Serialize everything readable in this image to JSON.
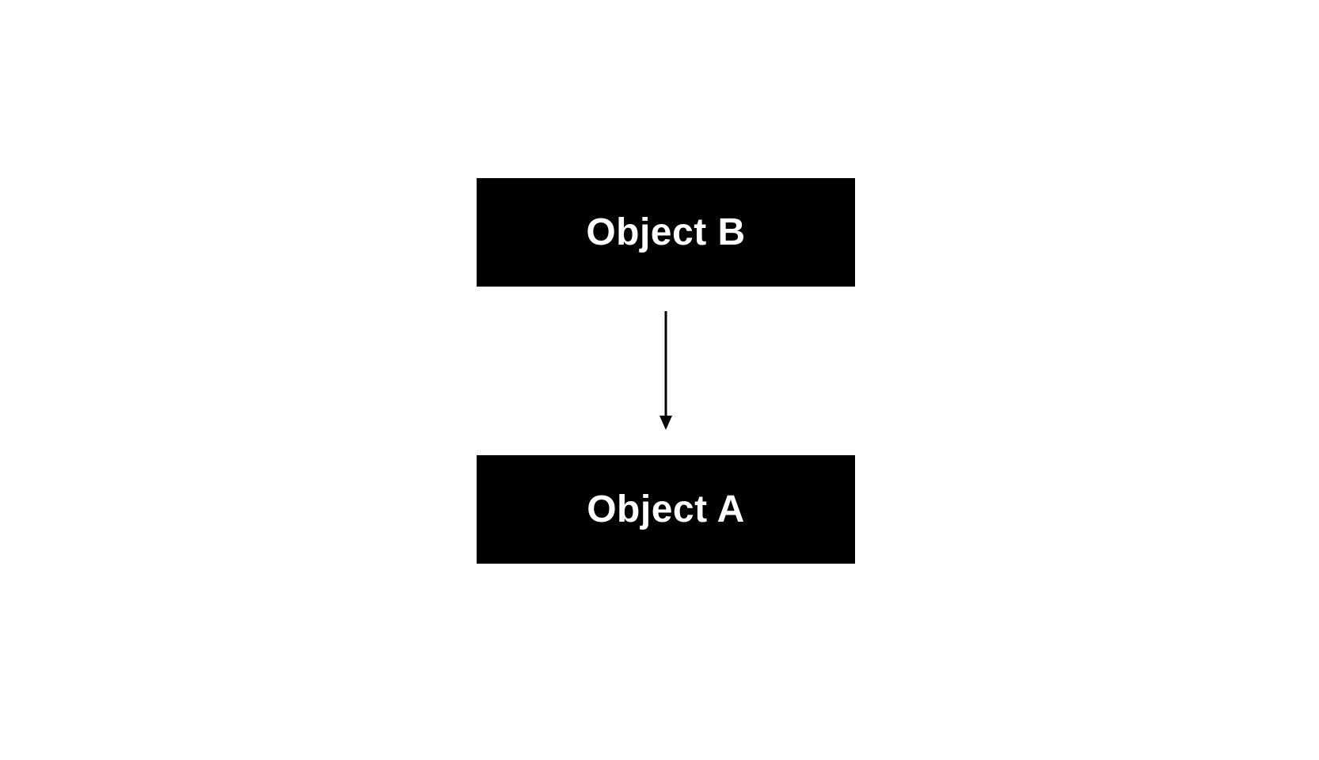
{
  "diagram": {
    "type": "flow",
    "background_color": "#ffffff",
    "nodes": [
      {
        "id": "object-b",
        "label": "Object B",
        "fill": "#000000",
        "text_color": "#ffffff"
      },
      {
        "id": "object-a",
        "label": "Object A",
        "fill": "#000000",
        "text_color": "#ffffff"
      }
    ],
    "edges": [
      {
        "from": "object-b",
        "to": "object-a",
        "direction": "down",
        "style": "solid-line-arrowhead",
        "color": "#000000"
      }
    ]
  }
}
